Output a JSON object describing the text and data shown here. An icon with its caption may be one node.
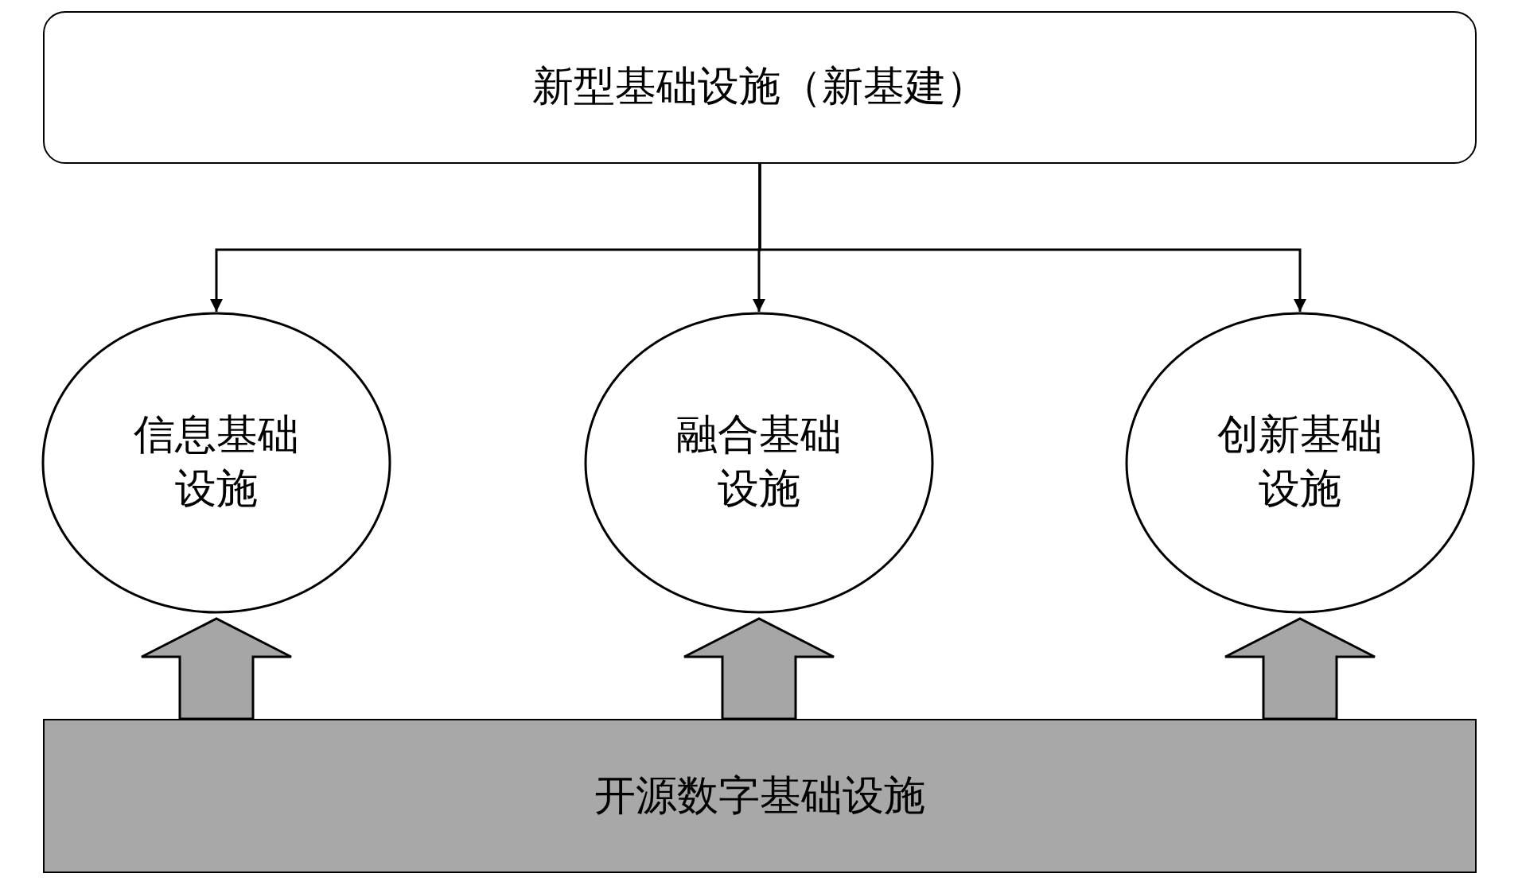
{
  "diagram": {
    "nodes": [
      {
        "text": [
          "新型基础设施（新基建）"
        ]
      },
      {
        "text": [
          "信息基础设施"
        ]
      },
      {
        "text": [
          "融合基础设施"
        ]
      },
      {
        "text": [
          "创新基础设施"
        ]
      },
      {
        "text": [
          "开源数字基础设施"
        ]
      }
    ],
    "edges": [
      {
        "from": 0,
        "to": 1,
        "arrow": "to"
      },
      {
        "from": 0,
        "to": 2,
        "arrow": "to"
      },
      {
        "from": 0,
        "to": 3,
        "arrow": "to"
      },
      {
        "from": 4,
        "to": 1,
        "arrow": "to",
        "style": "thick",
        "color": "#a6a6a6"
      },
      {
        "from": 4,
        "to": 2,
        "arrow": "to",
        "style": "thick",
        "color": "#a6a6a6"
      },
      {
        "from": 4,
        "to": 3,
        "arrow": "to",
        "style": "thick",
        "color": "#a6a6a6"
      }
    ]
  }
}
